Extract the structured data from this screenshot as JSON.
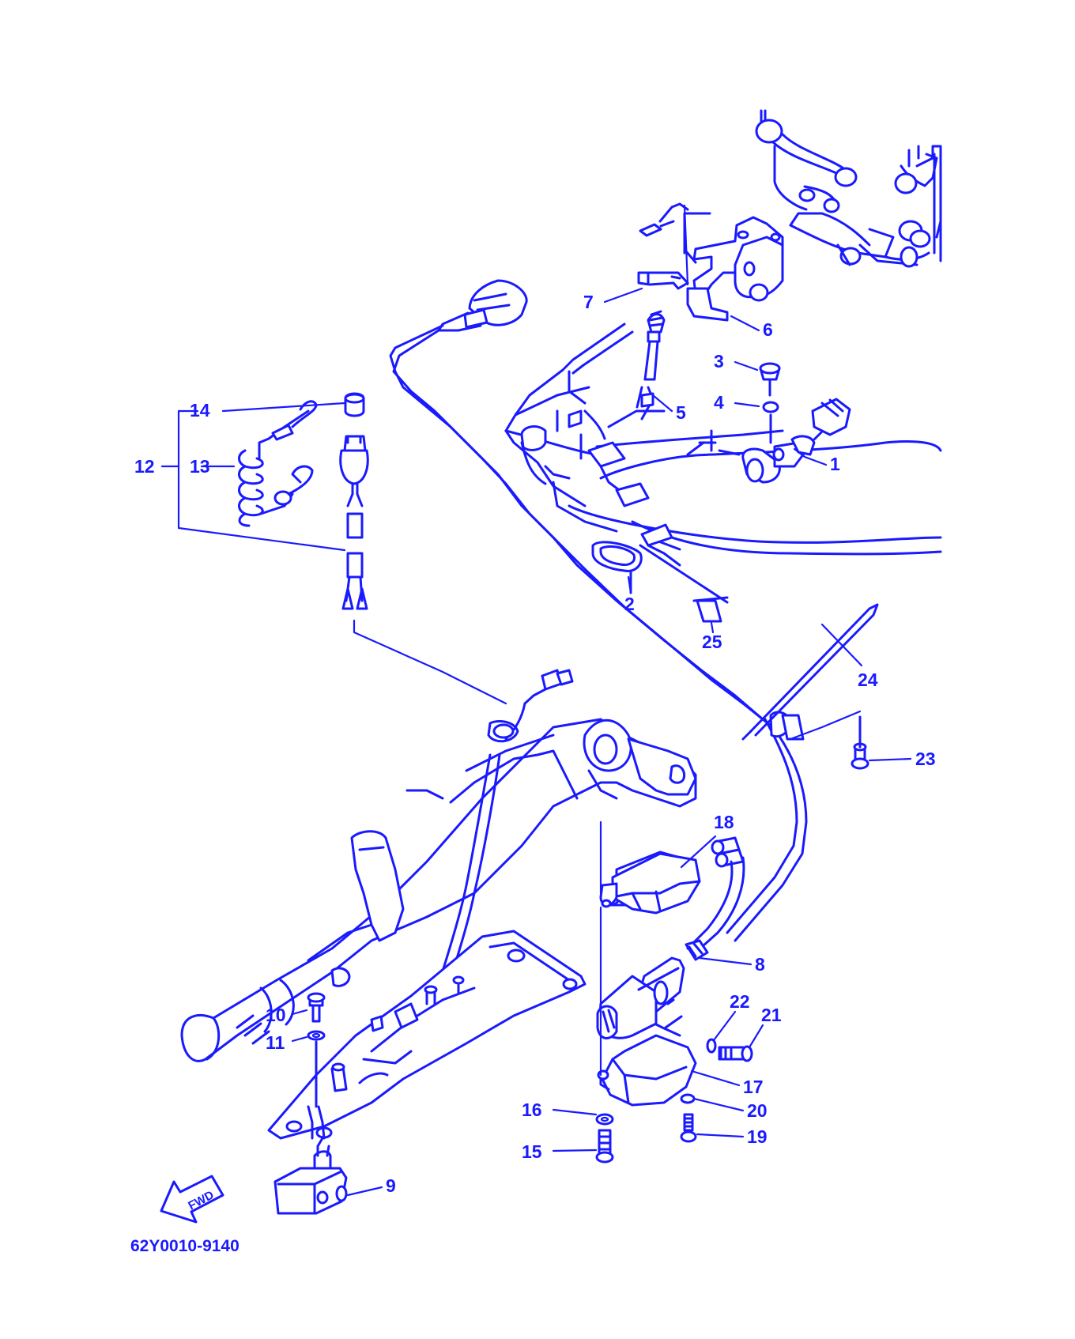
{
  "diagram": {
    "part_code": "62Y0010-9140",
    "direction_arrow": "FWD",
    "line_color": "#1a1aff",
    "callouts": [
      "1",
      "2",
      "3",
      "4",
      "5",
      "6",
      "7",
      "8",
      "9",
      "10",
      "11",
      "12",
      "13",
      "14",
      "15",
      "16",
      "17",
      "18",
      "19",
      "20",
      "21",
      "22",
      "23",
      "24",
      "25"
    ]
  }
}
